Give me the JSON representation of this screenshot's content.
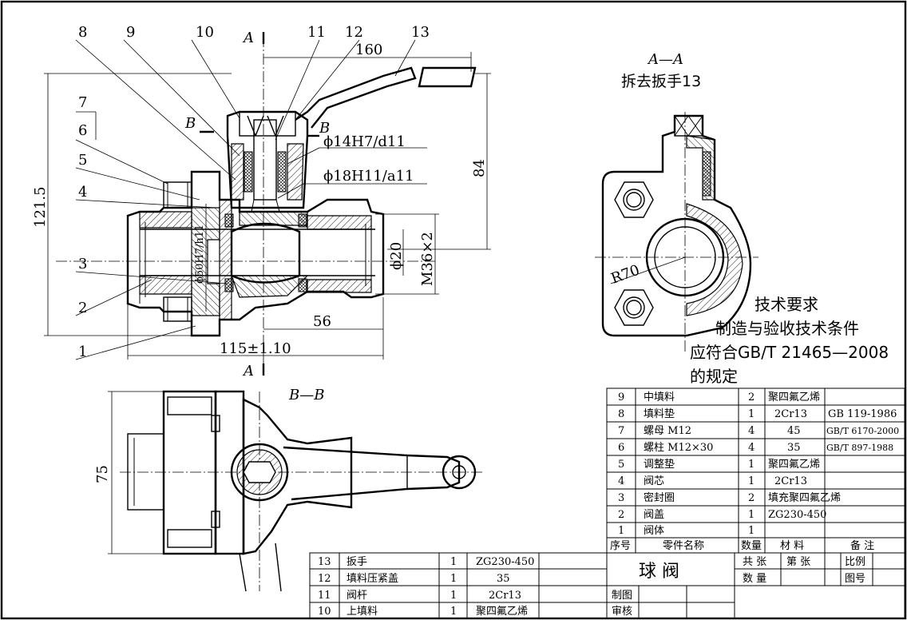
{
  "views": {
    "section_a_title": "A—A",
    "section_a_note": "拆去扳手13",
    "section_b_title": "B—B"
  },
  "leaders": [
    "1",
    "2",
    "3",
    "4",
    "5",
    "6",
    "7",
    "8",
    "9",
    "10",
    "11",
    "12",
    "13"
  ],
  "section_marks": {
    "a_top": "A",
    "a_bottom": "A",
    "b_left": "B",
    "b_right": "B"
  },
  "dimensions": {
    "d160": "160",
    "d84": "84",
    "d121_5": "121.5",
    "d56": "56",
    "d115": "115±1.10",
    "d75": "75",
    "d_phi20": "ϕ20",
    "d_m36": "M36×2",
    "d_phi50": "ϕ50H7/h11",
    "d_phi14": "ϕ14H7/d11",
    "d_phi18": "ϕ18H11/a11",
    "r70": "R70"
  },
  "tech_req": {
    "title": "技术要求",
    "line1": "制造与验收技术条件",
    "line2": "应符合GB/T 21465—2008",
    "line3": "的规定"
  },
  "parts_right": {
    "header": [
      "序号",
      "零件名称",
      "数量",
      "材 料",
      "备 注"
    ],
    "rows": [
      [
        "9",
        "中填料",
        "2",
        "聚四氟乙烯",
        ""
      ],
      [
        "8",
        "填料垫",
        "1",
        "2Cr13",
        "GB 119-1986"
      ],
      [
        "7",
        "螺母 M12",
        "4",
        "45",
        "GB/T 6170-2000"
      ],
      [
        "6",
        "螺柱 M12×30",
        "4",
        "35",
        "GB/T 897-1988"
      ],
      [
        "5",
        "调整垫",
        "1",
        "聚四氟乙烯",
        ""
      ],
      [
        "4",
        "阀芯",
        "1",
        "2Cr13",
        ""
      ],
      [
        "3",
        "密封圈",
        "2",
        "填充聚四氟乙烯",
        ""
      ],
      [
        "2",
        "阀盖",
        "1",
        "ZG230-450",
        ""
      ],
      [
        "1",
        "阀体",
        "1",
        "",
        ""
      ]
    ]
  },
  "parts_left": {
    "rows": [
      [
        "13",
        "扳手",
        "1",
        "ZG230-450"
      ],
      [
        "12",
        "填料压紧盖",
        "1",
        "35"
      ],
      [
        "11",
        "阀杆",
        "1",
        "2Cr13"
      ],
      [
        "10",
        "上填料",
        "1",
        "聚四氟乙烯"
      ]
    ]
  },
  "title_block": {
    "name": "球  阀",
    "total_sheets": "共  张",
    "sheet_no": "第  张",
    "scale": "比例",
    "quantity": "数  量",
    "drawing_no": "图号",
    "drawn": "制图",
    "checked": "审核"
  }
}
